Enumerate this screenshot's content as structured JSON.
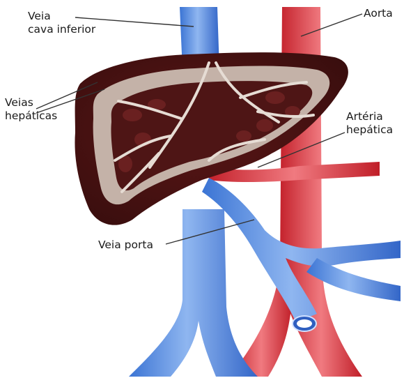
{
  "diagram": {
    "labels": {
      "vena_cava": "Veia\ncava inferior",
      "aorta": "Aorta",
      "hepatic_veins": "Veias\nhepáticas",
      "hepatic_artery": "Artéria\nhepática",
      "portal_vein": "Veia porta"
    },
    "colors": {
      "vein_blue": "#4a86e0",
      "vein_light": "#8fb6f0",
      "artery_red": "#d8303a",
      "artery_light": "#f07a80",
      "liver_dark": "#4a1414",
      "liver_mid": "#6a1e1c",
      "vessel_network": "#c9b9b0"
    }
  }
}
